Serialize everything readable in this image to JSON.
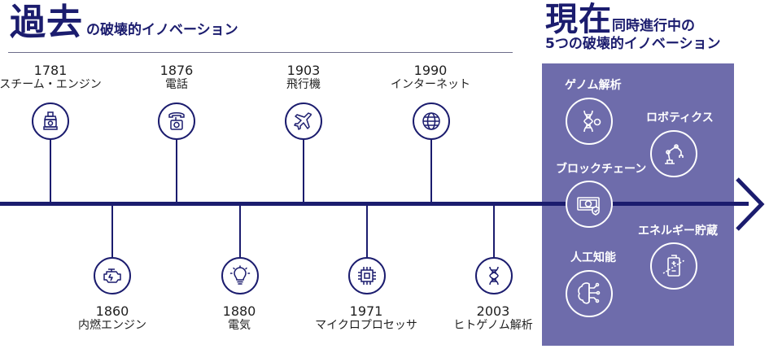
{
  "header": {
    "past_big": "過去",
    "past_small": "の破壊的イノベーション",
    "present_big": "現在",
    "present_small": "同時進行中の",
    "present_line2": "5つの破壊的イノベーション"
  },
  "timeline_top": [
    {
      "year": "1781",
      "label": "スチーム・エンジン",
      "icon": "steam-engine-icon"
    },
    {
      "year": "1876",
      "label": "電話",
      "icon": "telephone-icon"
    },
    {
      "year": "1903",
      "label": "飛行機",
      "icon": "airplane-icon"
    },
    {
      "year": "1990",
      "label": "インターネット",
      "icon": "globe-icon"
    }
  ],
  "timeline_bottom": [
    {
      "year": "1860",
      "label": "内燃エンジン",
      "icon": "engine-icon"
    },
    {
      "year": "1880",
      "label": "電気",
      "icon": "lightbulb-icon"
    },
    {
      "year": "1971",
      "label": "マイクロプロセッサ",
      "icon": "microchip-icon"
    },
    {
      "year": "2003",
      "label": "ヒトゲノム解析",
      "icon": "dna-icon"
    }
  ],
  "present_items": [
    {
      "label": "ゲノム解析",
      "icon": "dna-magnifier-icon"
    },
    {
      "label": "ロボティクス",
      "icon": "robot-arm-icon"
    },
    {
      "label": "ブロックチェーン",
      "icon": "bitcoin-bill-icon"
    },
    {
      "label": "エネルギー貯蔵",
      "icon": "battery-icon"
    },
    {
      "label": "人工知能",
      "icon": "brain-circuit-icon"
    }
  ],
  "colors": {
    "navy": "#1b1c6e",
    "panel": "#6e6cab",
    "white": "#ffffff"
  }
}
